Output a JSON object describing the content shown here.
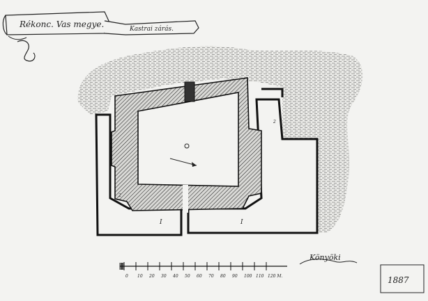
{
  "banner": {
    "title": "Rékonc. Vas megye.",
    "subtitle": "Kastrai zárás."
  },
  "scale": {
    "labels": [
      "0",
      "10",
      "20",
      "30",
      "40",
      "50",
      "60",
      "70",
      "80",
      "90",
      "100",
      "110",
      "120 M."
    ]
  },
  "plan": {
    "room_labels": [
      "I",
      "I"
    ],
    "corner_labels": [
      "2",
      "2"
    ]
  },
  "signature": {
    "name": "Könyöki",
    "date": "1887"
  }
}
